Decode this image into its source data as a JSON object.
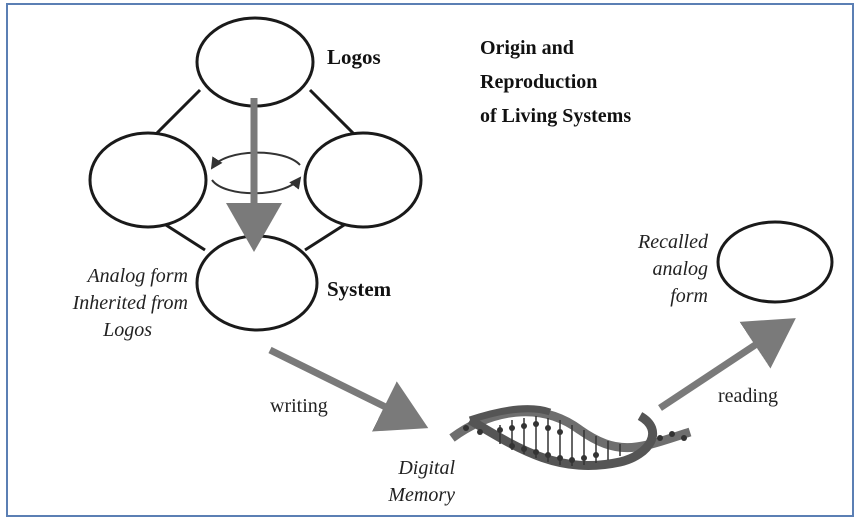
{
  "title": {
    "line1": "Origin and",
    "line2": "Reproduction",
    "line3": "of Living Systems"
  },
  "nodes": {
    "logos": "Logos",
    "system": "System"
  },
  "annotations": {
    "analog_line1": "Analog form",
    "analog_line2": "Inherited from",
    "analog_line3": "Logos",
    "recalled_line1": "Recalled",
    "recalled_line2": "analog",
    "recalled_line3": "form",
    "digital_line1": "Digital",
    "digital_line2": "Memory"
  },
  "arrows": {
    "writing": "writing",
    "reading": "reading"
  },
  "colors": {
    "frame": "#5b7fb4",
    "arrow": "#7a7a7a",
    "ink": "#1a1a1a",
    "dna": "#6e6e6e"
  }
}
